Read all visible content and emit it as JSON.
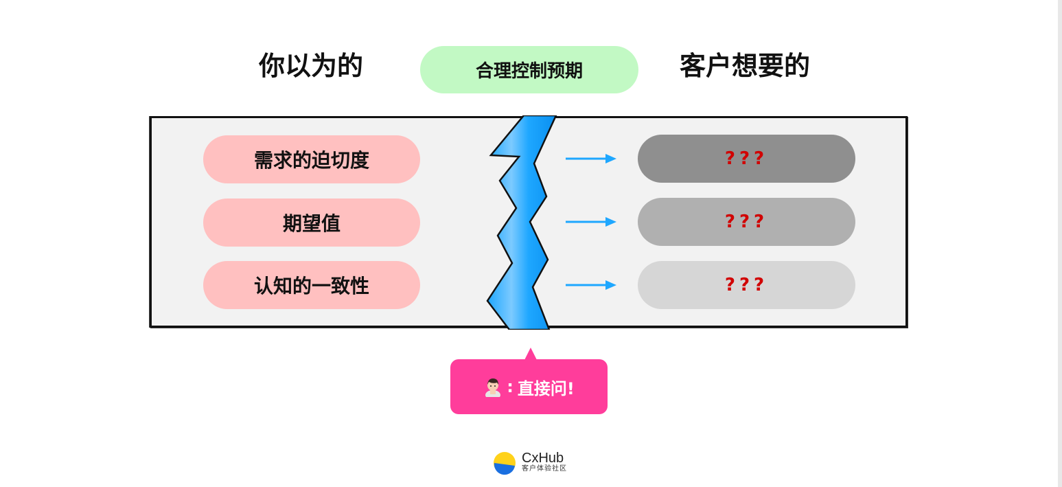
{
  "headings": {
    "left": "你以为的",
    "center": "合理控制预期",
    "right": "客户想要的"
  },
  "rows": [
    {
      "label": "需求的迫切度",
      "answer": "???",
      "answer_color": "#8f8f8f"
    },
    {
      "label": "期望值",
      "answer": "???",
      "answer_color": "#b0b0b0"
    },
    {
      "label": "认知的一致性",
      "answer": "???",
      "answer_color": "#d6d6d6"
    }
  ],
  "callout": {
    "colon": ":",
    "text": "直接问!"
  },
  "logo": {
    "name": "CxHub",
    "subtitle": "客户体验社区"
  },
  "colors": {
    "pill_green": "#c2f9c4",
    "pill_pink": "#ffc0c0",
    "crack_blue": "#1ea7ff",
    "arrow_blue": "#1ea7ff",
    "question_red": "#d10000",
    "callout_pink": "#ff3d9b",
    "logo_yellow": "#ffd21a",
    "logo_blue": "#1a6fe0"
  }
}
